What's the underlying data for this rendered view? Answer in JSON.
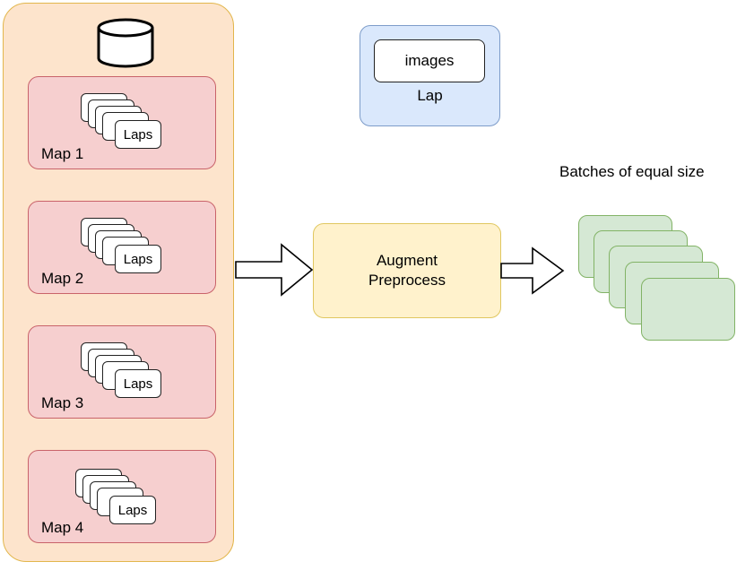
{
  "dataset": {
    "icon": "database-icon",
    "maps": [
      {
        "label": "Map 1",
        "card_label": "Laps"
      },
      {
        "label": "Map 2",
        "card_label": "Laps"
      },
      {
        "label": "Map 3",
        "card_label": "Laps"
      },
      {
        "label": "Map 4",
        "card_label": "Laps"
      }
    ]
  },
  "legend": {
    "inner_label": "images",
    "label": "Lap"
  },
  "process": {
    "line1": "Augment",
    "line2": "Preprocess"
  },
  "batches": {
    "title": "Batches of equal size"
  },
  "colors": {
    "dataset_fill": "#fde4cc",
    "dataset_stroke": "#e2b64c",
    "map_fill": "#f6cfcf",
    "map_stroke": "#c9636a",
    "legend_fill": "#dae8fc",
    "legend_stroke": "#7d9cc9",
    "process_fill": "#fff2cc",
    "process_stroke": "#e0c760",
    "batch_fill": "#d5e8d4",
    "batch_stroke": "#82b366"
  }
}
